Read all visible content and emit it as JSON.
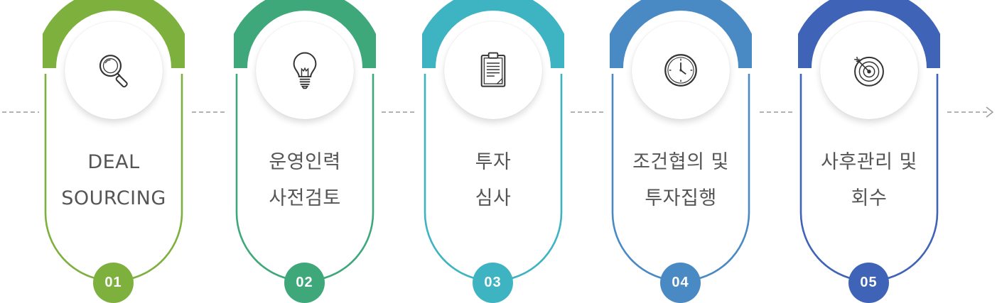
{
  "steps": [
    {
      "number": "01",
      "lines": [
        "DEAL",
        "SOURCING"
      ],
      "icon": "magnifier-icon",
      "color": "#7eb03e"
    },
    {
      "number": "02",
      "lines": [
        "운영인력",
        "사전검토"
      ],
      "icon": "lightbulb-icon",
      "color": "#3fa87b"
    },
    {
      "number": "03",
      "lines": [
        "투자",
        "심사"
      ],
      "icon": "clipboard-icon",
      "color": "#3eb3c1"
    },
    {
      "number": "04",
      "lines": [
        "조건협의 및",
        "투자집행"
      ],
      "icon": "clock-icon",
      "color": "#4a8ac4"
    },
    {
      "number": "05",
      "lines": [
        "사후관리 및",
        "회수"
      ],
      "icon": "target-icon",
      "color": "#3f63b6"
    }
  ],
  "connector_color": "#9a9a9a"
}
